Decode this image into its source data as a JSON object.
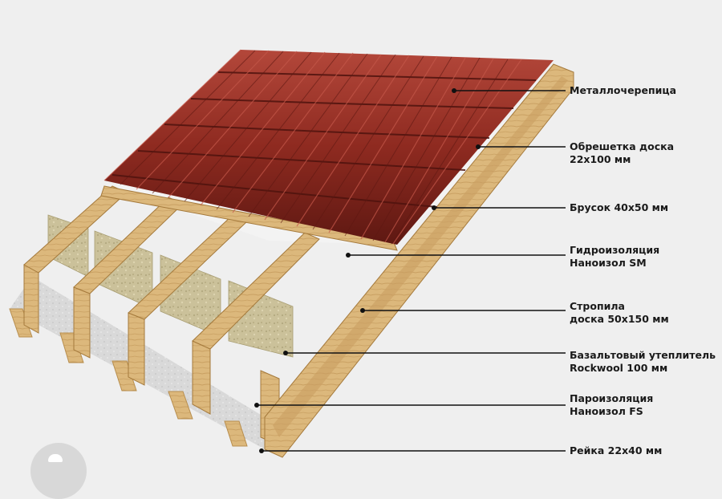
{
  "labels": [
    {
      "id": "metal-tile",
      "lines": [
        "Металлочерепица"
      ],
      "color": "#1a1a1a"
    },
    {
      "id": "batten-board",
      "lines": [
        "Обрешетка доска",
        "22х100 мм"
      ],
      "color": "#1a1a1a"
    },
    {
      "id": "counter-batten",
      "lines": [
        "Брусок 40х50 мм"
      ],
      "color": "#1a1a1a"
    },
    {
      "id": "waterproofing",
      "lines": [
        "Гидроизоляция",
        "Наноизол SM"
      ],
      "color": "#1a1a1a"
    },
    {
      "id": "rafters",
      "lines": [
        "Стропила",
        "доска 50х150 мм"
      ],
      "color": "#1a1a1a"
    },
    {
      "id": "insulation",
      "lines": [
        "Базальтовый утеплитель",
        "Rockwool 100 мм"
      ],
      "color": "#1a1a1a"
    },
    {
      "id": "vapor-barrier",
      "lines": [
        "Пароизоляция",
        "Наноизол FS"
      ],
      "color": "#1a1a1a"
    },
    {
      "id": "lath",
      "lines": [
        "Рейка 22х40 мм"
      ],
      "color": "#1a1a1a"
    }
  ],
  "colors": {
    "background": "#efefef",
    "tile": "#8e2a20",
    "tile_dark": "#5e1812",
    "tile_light": "#b3473a",
    "wood": "#dcb87c",
    "wood_dark": "#b88e4e",
    "insulation": "#cbc19a",
    "membrane": "#f2f2f2",
    "vapor": "#d7d7d7",
    "leader": "#111111"
  },
  "icons": {
    "corner": "lock-icon"
  }
}
